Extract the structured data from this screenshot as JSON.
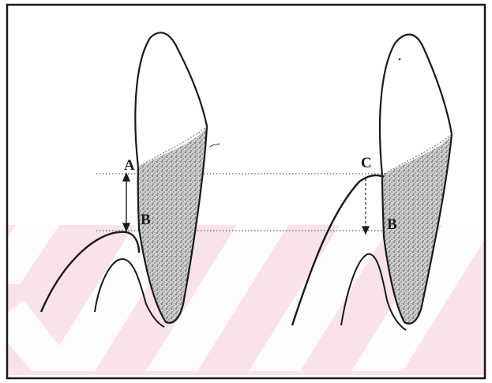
{
  "figure": {
    "colors": {
      "frame": "#1a1a1a",
      "ink": "#1a1a1a",
      "root_stipple": "#555555",
      "watermark": "#f6d6dc"
    },
    "left_tooth": {
      "label_top": "A",
      "label_bottom": "B"
    },
    "right_tooth": {
      "label_top": "C",
      "label_bottom": "B"
    }
  }
}
